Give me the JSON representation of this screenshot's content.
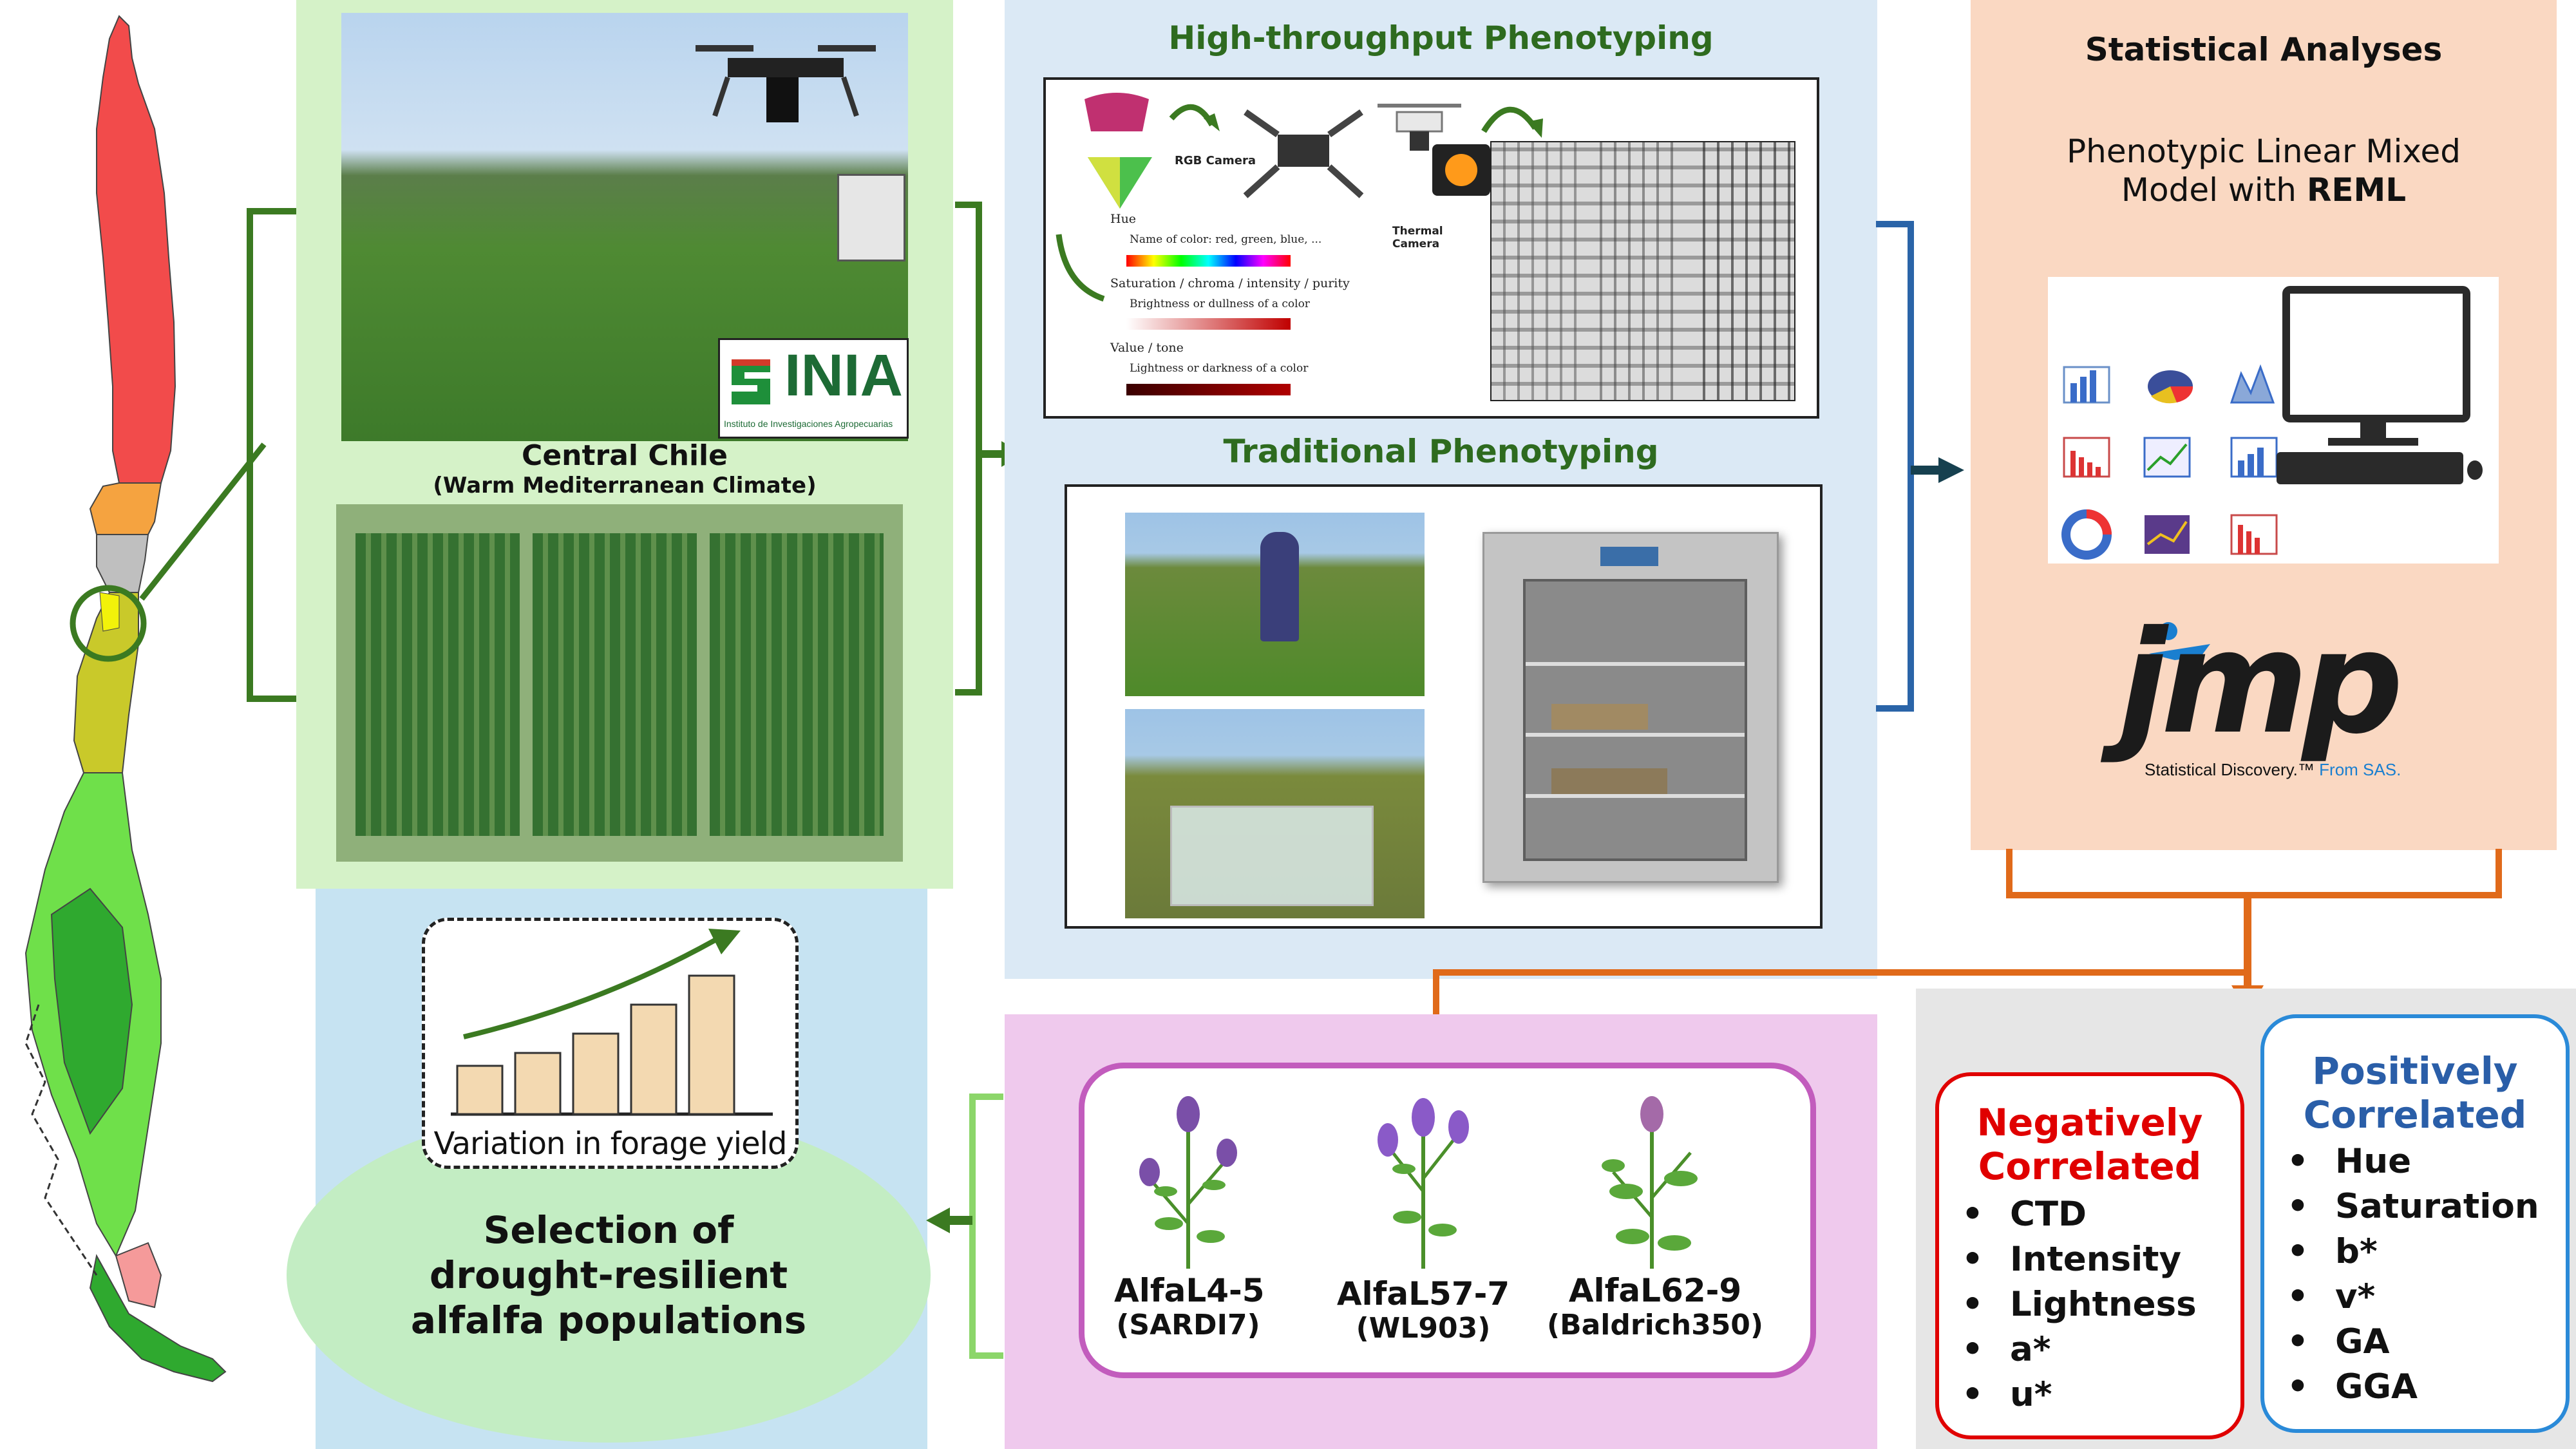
{
  "field": {
    "logo_text": "INIA",
    "logo_subtitle": "Instituto de Investigaciones Agropecuarias",
    "location": "Central Chile",
    "climate": "(Warm Mediterranean Climate)"
  },
  "htp": {
    "title": "High-throughput Phenotyping",
    "rgb_camera": "RGB Camera",
    "thermal_camera_line1": "Thermal",
    "thermal_camera_line2": "Camera",
    "hue_label": "Hue",
    "hue_desc": "Name of color: red, green, blue, ...",
    "saturation_label": "Saturation / chroma / intensity / purity",
    "saturation_desc": "Brightness or dullness of a color",
    "value_label": "Value / tone",
    "value_desc": "Lightness or darkness of a color"
  },
  "traditional": {
    "title": "Traditional Phenotyping"
  },
  "stats": {
    "title": "Statistical Analyses",
    "model_line1": "Phenotypic Linear Mixed",
    "model_line2_prefix": "Model with ",
    "model_line2_bold": "REML",
    "jmp_logo": "jmp",
    "jmp_tagline": "Statistical Discovery.™",
    "jmp_tagline_sas": "From SAS."
  },
  "selection": {
    "yield_caption": "Variation in forage yield",
    "title_line1": "Selection of",
    "title_line2": "drought-resilient",
    "title_line3": "alfalfa populations"
  },
  "populations": [
    {
      "name": "AlfaL4-5",
      "parent": "(SARDI7)"
    },
    {
      "name": "AlfaL57-7",
      "parent": "(WL903)"
    },
    {
      "name": "AlfaL62-9",
      "parent": "(Baldrich350)"
    }
  ],
  "negative": {
    "title_line1": "Negatively",
    "title_line2": "Correlated",
    "items": [
      "CTD",
      "Intensity",
      "Lightness",
      "a*",
      "u*"
    ],
    "color": "#e00000"
  },
  "positive": {
    "title_line1": "Positively",
    "title_line2": "Correlated",
    "items": [
      "Hue",
      "Saturation",
      "b*",
      "v*",
      "GA",
      "GGA"
    ],
    "color": "#2a5ea8"
  }
}
